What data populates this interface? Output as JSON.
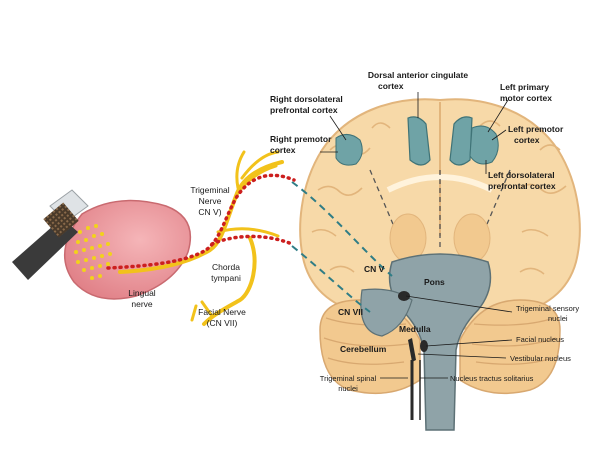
{
  "labels": {
    "dorsal_acc_l1": "Dorsal anterior cingulate",
    "dorsal_acc_l2": "cortex",
    "right_dlpfc_l1": "Right dorsolateral",
    "right_dlpfc_l2": "prefrontal cortex",
    "right_premotor_l1": "Right premotor",
    "right_premotor_l2": "cortex",
    "left_primary_l1": "Left primary",
    "left_primary_l2": "motor cortex",
    "left_premotor_l1": "Left premotor",
    "left_premotor_l2": "cortex",
    "left_dlpfc_l1": "Left dorsolateral",
    "left_dlpfc_l2": "prefrontal cortex",
    "trigeminal_l1": "Trigeminal",
    "trigeminal_l2": "Nerve",
    "trigeminal_l3": "CN V)",
    "chorda_l1": "Chorda",
    "chorda_l2": "tympani",
    "lingual_l1": "Lingual",
    "lingual_l2": "nerve",
    "facial_nerve_l1": "Facial Nerve",
    "facial_nerve_l2": "(CN VII)",
    "cn5": "CN V",
    "pons": "Pons",
    "cn7": "CN VII",
    "medulla": "Medulla",
    "cerebellum": "Cerebellum",
    "trig_sensory_l1": "Trigeminal sensory",
    "trig_sensory_l2": "nuclei",
    "facial_nucleus": "Facial nucleus",
    "vestibular_nucleus": "Vestibular nucleus",
    "nts": "Nucleus tractus solitarius",
    "trig_spinal_l1": "Trigeminal spinal",
    "trig_spinal_l2": "nuclei"
  },
  "colors": {
    "brain_fill": "#f7d9a8",
    "brain_outline": "#e2b57c",
    "brainstem": "#8fa3a8",
    "cortex_highlight": "#6fa3a6",
    "nerve": "#f2c21b",
    "taste_path": "#cc1f1f",
    "dashed_path": "#2f7d86",
    "tongue": "#e88a8f",
    "device": "#3a3a3a"
  },
  "icons": {
    "tongue": "tongue-icon",
    "stimulator": "stimulator-device-icon"
  }
}
